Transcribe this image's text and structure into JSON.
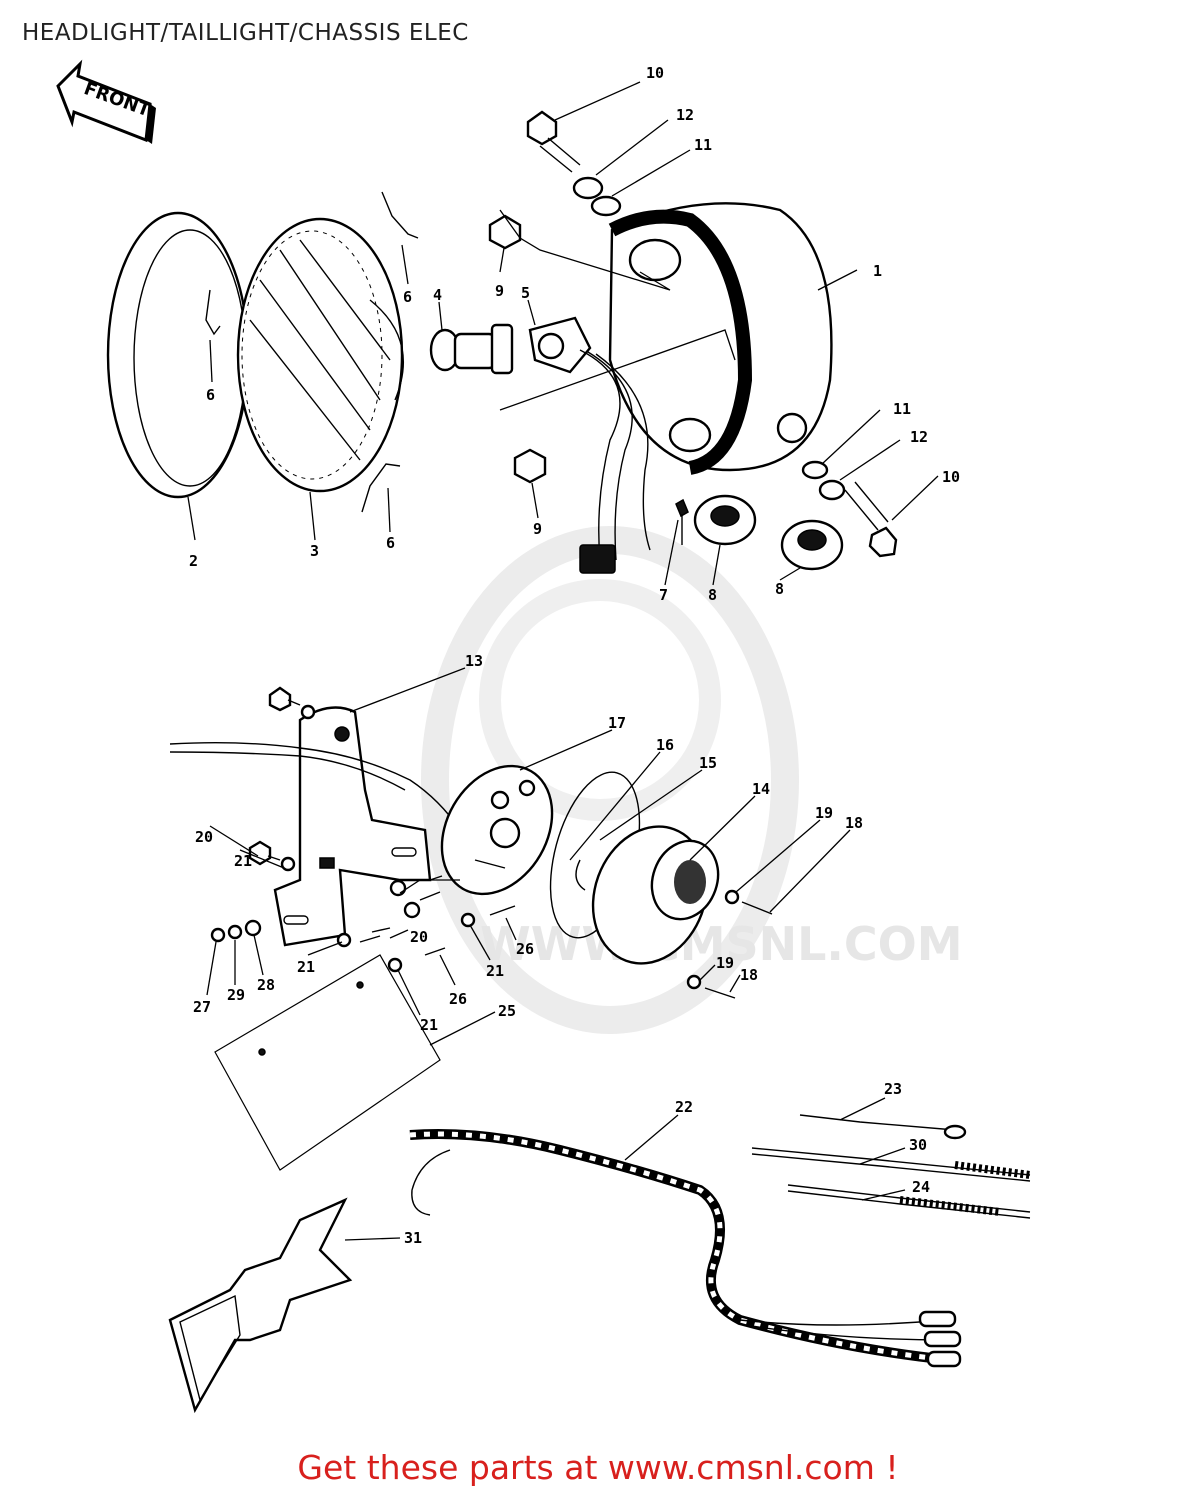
{
  "title": "HEADLIGHT/TAILLIGHT/CHASSIS ELEC",
  "footer": "Get these parts at www.cmsnl.com !",
  "front_arrow_label": "FRONT",
  "watermark_text": "WWW.CMSNL.COM",
  "callouts": {
    "p1": "1",
    "p2": "2",
    "p3": "3",
    "p4": "4",
    "p5": "5",
    "p6a": "6",
    "p6b": "6",
    "p6c": "6",
    "p7": "7",
    "p8a": "8",
    "p8b": "8",
    "p9a": "9",
    "p9b": "9",
    "p10a": "10",
    "p10b": "10",
    "p11a": "11",
    "p11b": "11",
    "p12a": "12",
    "p12b": "12",
    "p13": "13",
    "p14": "14",
    "p15": "15",
    "p16": "16",
    "p17": "17",
    "p18a": "18",
    "p18b": "18",
    "p19a": "19",
    "p19b": "19",
    "p20a": "20",
    "p20b": "20",
    "p21a": "21",
    "p21b": "21",
    "p21c": "21",
    "p21d": "21",
    "p22": "22",
    "p23": "23",
    "p24": "24",
    "p25": "25",
    "p26a": "26",
    "p26b": "26",
    "p27": "27",
    "p28": "28",
    "p29": "29",
    "p30": "30",
    "p31": "31"
  }
}
